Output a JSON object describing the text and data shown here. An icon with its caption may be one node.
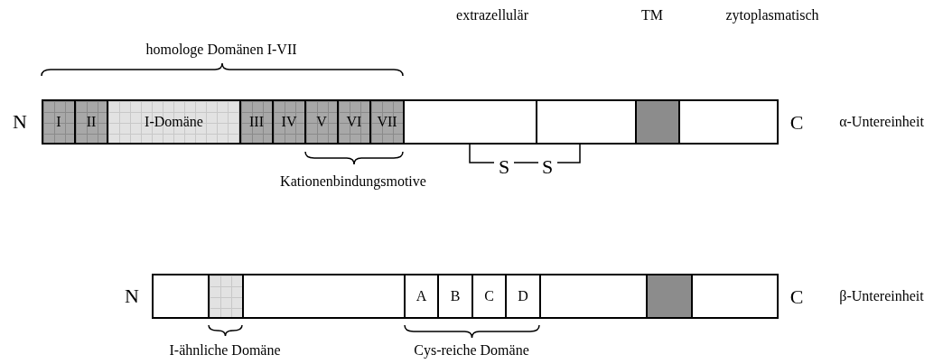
{
  "diagram": {
    "nodes": [
      {
        "text": [
          "I"
        ]
      },
      {
        "text": [
          "II"
        ]
      },
      {
        "text": [
          "I-Domäne"
        ]
      },
      {
        "text": [
          "III"
        ]
      },
      {
        "text": [
          "IV"
        ]
      },
      {
        "text": [
          "V"
        ]
      },
      {
        "text": [
          "VI"
        ]
      },
      {
        "text": [
          "VII"
        ]
      },
      {
        "text": [],
        "shape": "box"
      },
      {
        "text": [],
        "shape": "box"
      },
      {
        "text": [],
        "shape": "box"
      },
      {
        "text": [],
        "shape": "box"
      },
      {
        "text": [],
        "shape": "box"
      },
      {
        "text": [],
        "shape": "box"
      },
      {
        "text": [],
        "shape": "box"
      },
      {
        "text": [
          "A"
        ]
      },
      {
        "text": [
          "B"
        ]
      },
      {
        "text": [
          "C"
        ]
      },
      {
        "text": [
          "D"
        ]
      },
      {
        "text": [],
        "shape": "box"
      },
      {
        "text": [],
        "shape": "box"
      },
      {
        "text": [],
        "shape": "box"
      }
    ],
    "edges": [],
    "labels": [
      "extrazellulär",
      "TM",
      "zytoplasmatisch",
      "homologe Domänen I-VII",
      "N",
      "C",
      "α-Untereinheit",
      "S",
      "S",
      "Kationenbindungsmotive",
      "N",
      "C",
      "β-Untereinheit",
      "I-ähnliche Domäne",
      "Cys-reiche Domäne"
    ]
  }
}
